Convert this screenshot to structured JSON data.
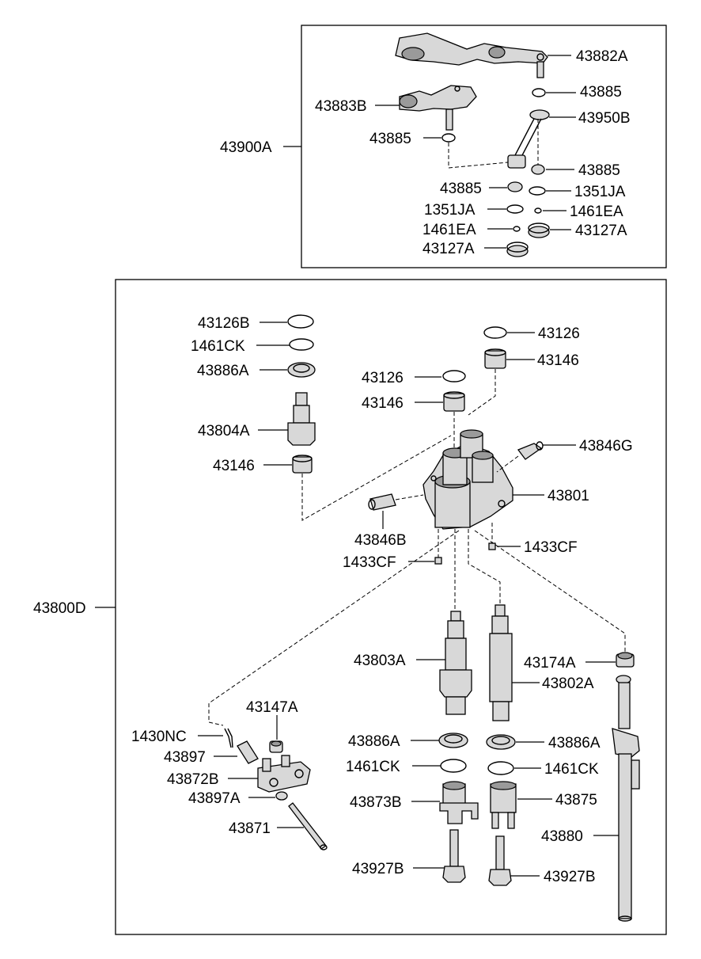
{
  "assemblies": {
    "upper": "43900A",
    "lower": "43800D"
  },
  "labels": {
    "p43882A": "43882A",
    "p43885_1": "43885",
    "p43883B": "43883B",
    "p43950B": "43950B",
    "p43885_2": "43885",
    "p43885_3": "43885",
    "p43885_4": "43885",
    "p1351JA_1": "1351JA",
    "p1351JA_2": "1351JA",
    "p1461EA_1": "1461EA",
    "p1461EA_2": "1461EA",
    "p43127A_1": "43127A",
    "p43127A_2": "43127A",
    "p43126B": "43126B",
    "p1461CK_top": "1461CK",
    "p43886A_top": "43886A",
    "p43804A": "43804A",
    "p43146_left": "43146",
    "p43126_r": "43126",
    "p43146_r": "43146",
    "p43126_c": "43126",
    "p43146_c": "43146",
    "p43846G": "43846G",
    "p43801": "43801",
    "p43846B": "43846B",
    "p1433CF_1": "1433CF",
    "p1433CF_2": "1433CF",
    "p43803A": "43803A",
    "p43174A": "43174A",
    "p43802A": "43802A",
    "p43147A": "43147A",
    "p1430NC": "1430NC",
    "p43897": "43897",
    "p43872B": "43872B",
    "p43897A": "43897A",
    "p43871": "43871",
    "p43886A_l": "43886A",
    "p43886A_r": "43886A",
    "p1461CK_l": "1461CK",
    "p1461CK_r": "1461CK",
    "p43873B": "43873B",
    "p43875": "43875",
    "p43880": "43880",
    "p43927B_l": "43927B",
    "p43927B_r": "43927B"
  }
}
